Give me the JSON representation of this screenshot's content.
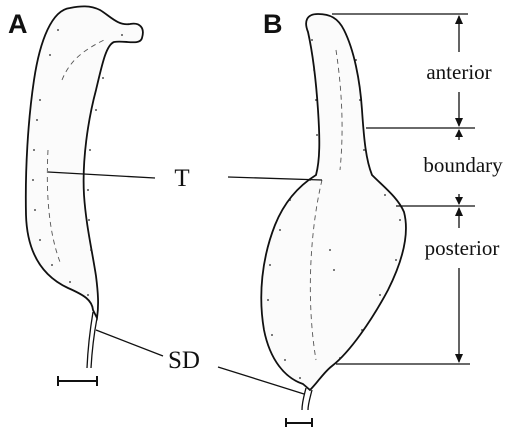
{
  "figure": {
    "panel_a_label": "A",
    "panel_b_label": "B",
    "label_t": "T",
    "label_sd": "SD",
    "region_labels": {
      "anterior": "anterior",
      "boundary": "boundary",
      "posterior": "posterior"
    }
  }
}
